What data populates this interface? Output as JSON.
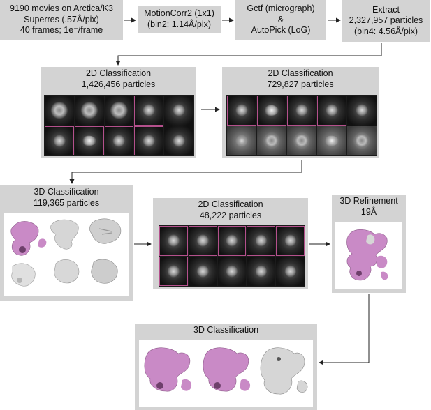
{
  "colors": {
    "box_bg": "#d3d3d3",
    "selection": "#b4508c",
    "volume_pink": "#c98ac6",
    "volume_gray": "#d6d6d6",
    "arrow": "#222222"
  },
  "boxes": {
    "movies": {
      "lines": [
        "9190 movies on Arctica/K3",
        "Superres (.57Å/pix)",
        "40 frames; 1e⁻/frame"
      ]
    },
    "motioncorr": {
      "lines": [
        "MotionCorr2 (1x1)",
        "(bin2: 1.14Å/pix)"
      ]
    },
    "gctf": {
      "lines": [
        "Gctf (micrograph)",
        "&",
        "AutoPick (LoG)"
      ]
    },
    "extract": {
      "lines": [
        "Extract",
        "2,327,957 particles",
        "(bin4: 4.56Å/pix)"
      ]
    },
    "class2d_1": {
      "title": "2D Classification",
      "subtitle": "1,426,456 particles"
    },
    "class2d_2": {
      "title": "2D Classification",
      "subtitle": "729,827 particles"
    },
    "class3d_1": {
      "title": "3D Classification",
      "subtitle": "119,365 particles"
    },
    "class2d_3": {
      "title": "2D Classification",
      "subtitle": "48,222 particles"
    },
    "refine3d": {
      "title": "3D Refinement",
      "subtitle": "19Å"
    },
    "class3d_2": {
      "title": "3D Classification"
    }
  }
}
